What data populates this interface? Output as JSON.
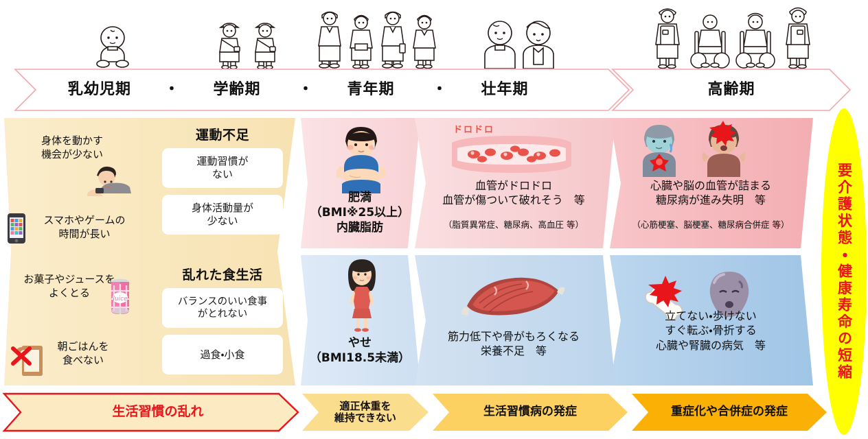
{
  "stages": {
    "items": [
      {
        "label": "乳幼児期"
      },
      {
        "label": "学齢期"
      },
      {
        "label": "青年期"
      },
      {
        "label": "壮年期"
      },
      {
        "label": "高齢期"
      }
    ],
    "separator": "・"
  },
  "columns": {
    "lifestyle": {
      "cues": [
        {
          "text": "身体を動かす\n機会が少ない",
          "icon": "child-lying-phone-icon"
        },
        {
          "text": "スマホやゲームの\n時間が長い",
          "icon": "smartphone-icon"
        },
        {
          "text": "お菓子やジュースを\nよくとる",
          "icon": "juice-can-icon"
        },
        {
          "text": "朝ごはんを\n食べない",
          "icon": "bread-crossed-icon"
        }
      ]
    },
    "habits": {
      "group1_title": "運動不足",
      "group1_boxes": [
        "運動習慣が\nない",
        "身体活動量が\n少ない"
      ],
      "group2_title": "乱れた食生活",
      "group2_boxes": [
        "バランスのいい食事\nがとれない",
        "過食・小食"
      ]
    },
    "weight": {
      "obese_label": "肥満\n（BMI※25以上）\n内臓脂肪",
      "obese_icon": "obese-man-icon",
      "thin_label": "やせ\n（BMI18.5未満）",
      "thin_icon": "thin-woman-icon"
    },
    "onset": {
      "upper_main": "血管がドロドロ\n血管が傷ついて破れそう　等",
      "upper_sub": "（脂質異常症、糖尿病、高血圧 等）",
      "upper_icon": "clogged-blood-vessel-icon",
      "upper_icon_label": "ドロドロ",
      "lower_main": "筋力低下や骨がもろくなる\n栄養不足　等",
      "lower_icon": "weak-muscle-icon"
    },
    "severe": {
      "upper_main": "心臓や脳の血管が詰まる\n糖尿病が進み失明　等",
      "upper_sub": "（心筋梗塞、脳梗塞、糖尿病合併症 等）",
      "upper_icon": "heart-attack-stroke-icon",
      "lower_main": "立てない・歩けない\nすぐ転ぶ・骨折する\n心臓や腎臓の病気　等",
      "lower_icon": "broken-bone-kidney-icon"
    }
  },
  "footer": {
    "steps": [
      {
        "label": "生活習慣の乱れ"
      },
      {
        "label": "適正体重を\n維持できない"
      },
      {
        "label": "生活習慣病の発症"
      },
      {
        "label": "重症化や合併症の発症"
      }
    ]
  },
  "outcome": {
    "label": "要介護状態・健康寿命の短縮"
  },
  "figures": {
    "groups": [
      {
        "name": "infant-figure-group",
        "items": [
          "baby"
        ]
      },
      {
        "name": "schoolage-figure-group",
        "items": [
          "schoolgirl",
          "schoolboy"
        ]
      },
      {
        "name": "youth-figure-group",
        "items": [
          "suit-man",
          "suit-woman",
          "suit-man2",
          "suit-woman2"
        ]
      },
      {
        "name": "middleage-figure-group",
        "items": [
          "middle-man",
          "middle-woman"
        ]
      },
      {
        "name": "elderly-figure-group",
        "items": [
          "caregiver-1",
          "wheelchair-1",
          "wheelchair-2",
          "caregiver-2"
        ]
      }
    ]
  },
  "colors": {
    "cream": "#f8e6bd",
    "pink_light": "#fadde0",
    "pink_mid": "#f8d4d6",
    "pink_strong": "#f5b4b8",
    "blue_light": "#d3e3f3",
    "blue_mid": "#c3d9ef",
    "blue_strong": "#a7cae8",
    "orange_light": "#fbdd8e",
    "orange_mid": "#fcd161",
    "orange_strong": "#fbb005",
    "red": "#e8161b",
    "yellow": "#ffff00",
    "banner_outline": "#f4a7ad"
  }
}
